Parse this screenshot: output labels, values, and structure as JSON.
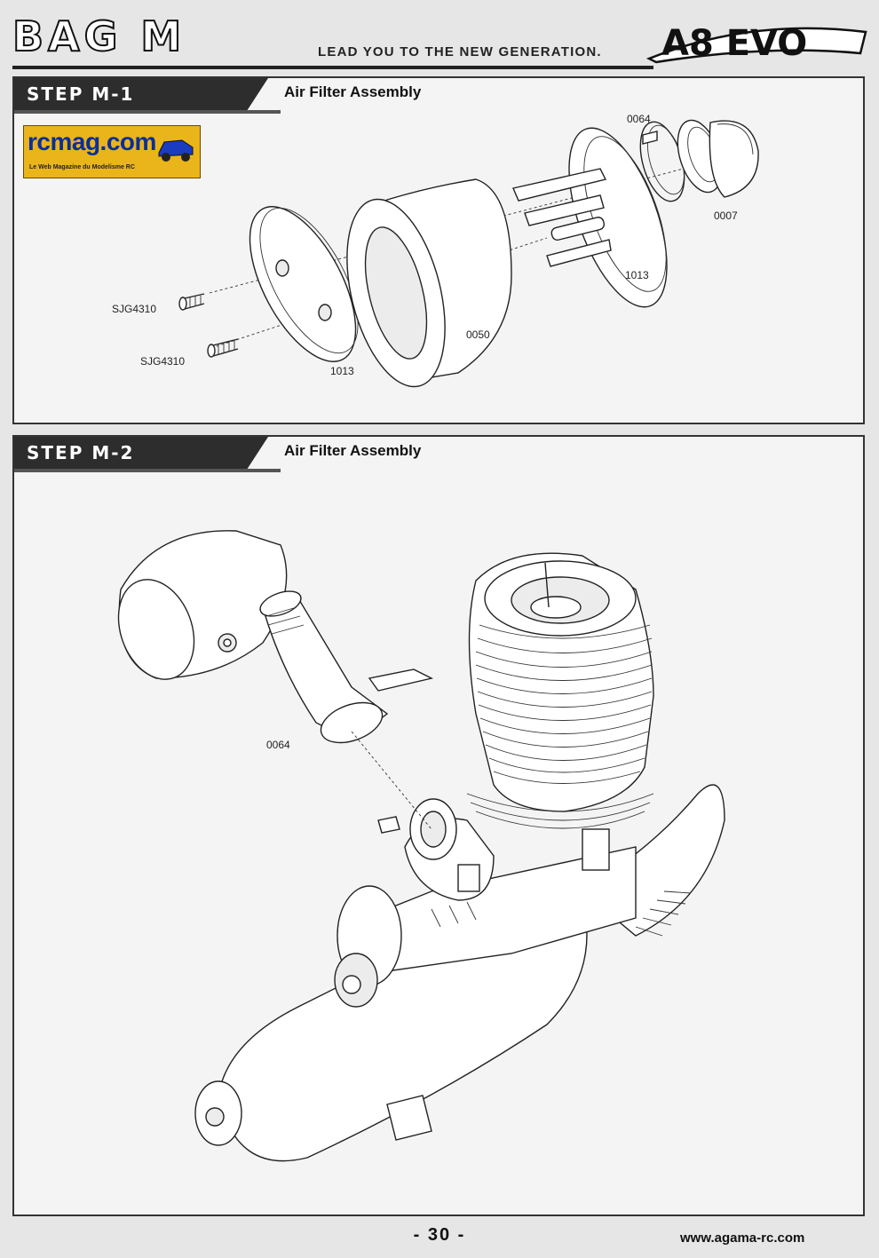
{
  "header": {
    "bag_title": "BAG M",
    "tagline": "LEAD YOU TO THE NEW GENERATION.",
    "brand_logo": "A8 EVO"
  },
  "watermark": {
    "name": "rcmag.com",
    "subtitle": "Le Web Magazine du Modelisme RC"
  },
  "steps": [
    {
      "label": "STEP M-1",
      "heading": "Air Filter Assembly",
      "parts": [
        "0064",
        "0007",
        "1013",
        "0050",
        "1013",
        "SJG4310",
        "SJG4310"
      ]
    },
    {
      "label": "STEP M-2",
      "heading": "Air Filter Assembly",
      "parts": [
        "0064"
      ]
    }
  ],
  "footer": {
    "page_number": "- 30 -",
    "website": "www.agama-rc.com"
  }
}
